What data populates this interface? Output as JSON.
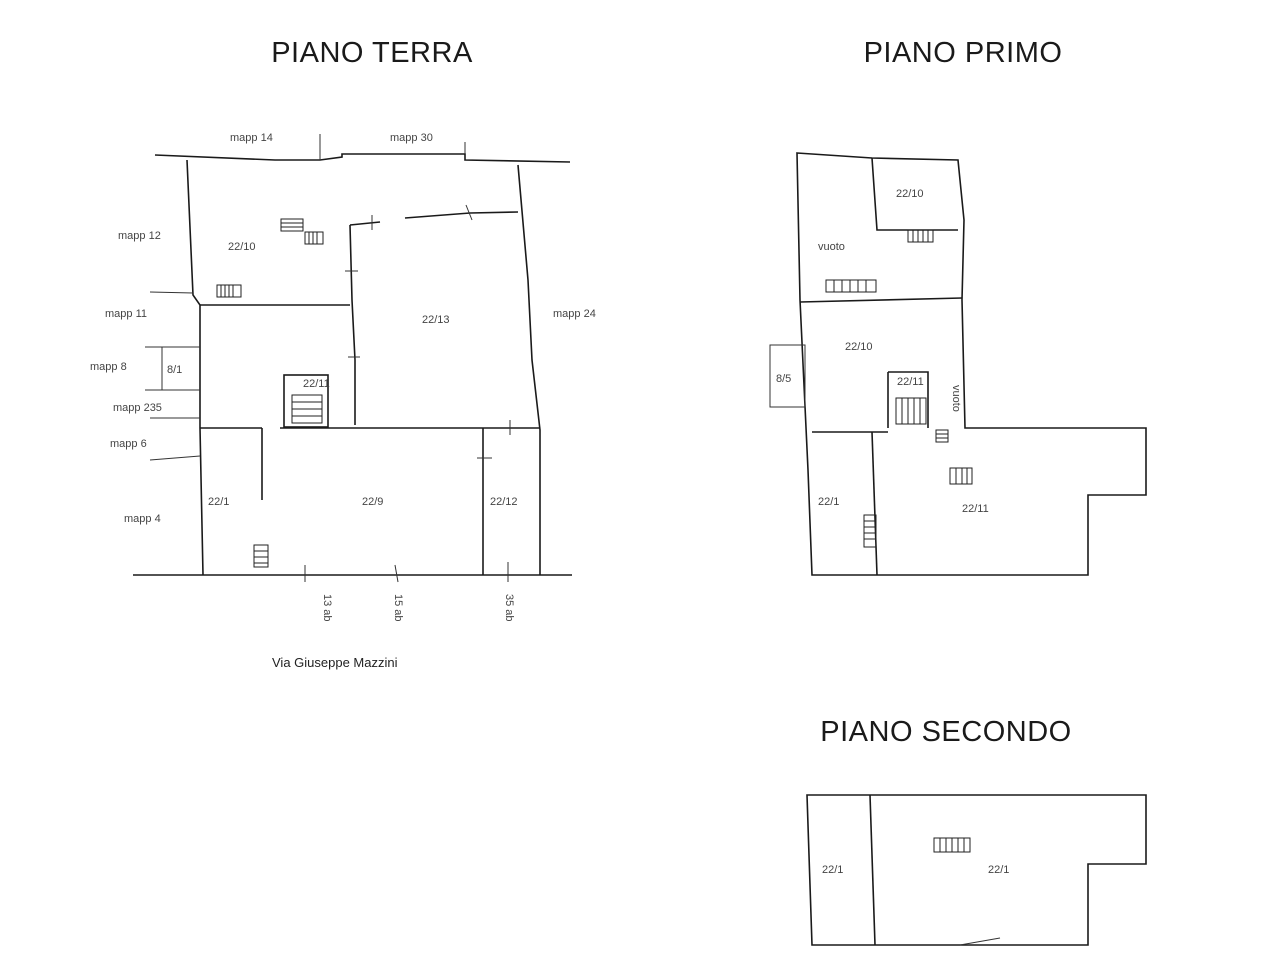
{
  "floors": {
    "ground": {
      "title": "PIANO TERRA",
      "neighbors": [
        "mapp 14",
        "mapp 30",
        "mapp 12",
        "mapp 11",
        "mapp 8",
        "mapp 235",
        "mapp 6",
        "mapp 4",
        "mapp 24"
      ],
      "units": [
        "22/10",
        "22/13",
        "22/11",
        "22/1",
        "22/9",
        "22/12",
        "8/1"
      ],
      "street_numbers": [
        "13 ab",
        "15 ab",
        "35 ab"
      ],
      "street": "Via Giuseppe Mazzini"
    },
    "first": {
      "title": "PIANO PRIMO",
      "units": [
        "22/10",
        "vuoto",
        "22/10",
        "8/5",
        "22/11",
        "vuoto",
        "22/1",
        "22/11"
      ]
    },
    "second": {
      "title": "PIANO SECONDO",
      "units": [
        "22/1",
        "22/1"
      ]
    }
  }
}
